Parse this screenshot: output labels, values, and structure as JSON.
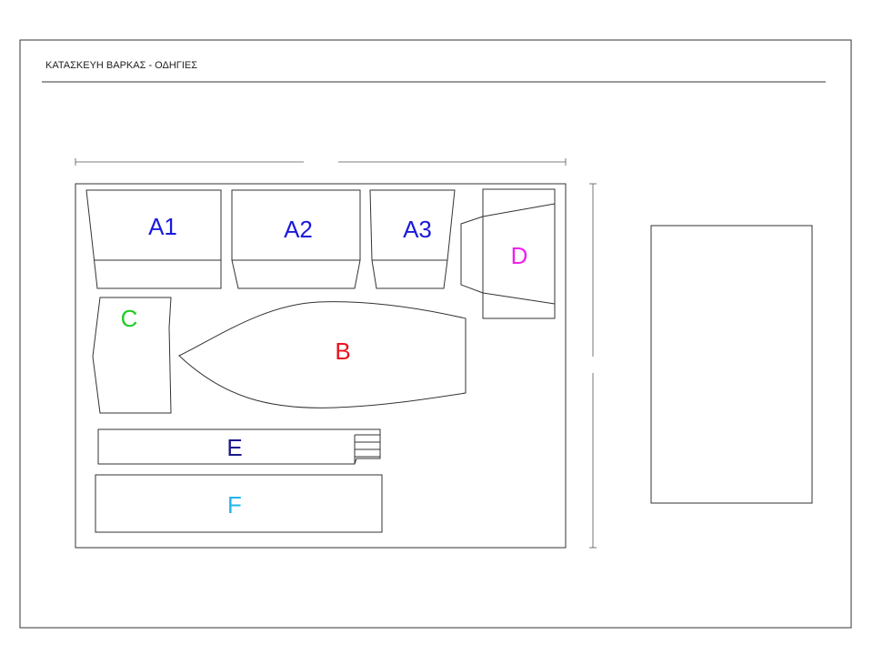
{
  "document": {
    "title": "ΚΑΤΑΣΚΕΥΗ ΒΑΡΚΑΣ - ΟΔΗΓΙΕΣ"
  },
  "parts": [
    {
      "label": "A1",
      "color": "#1a1adb"
    },
    {
      "label": "A2",
      "color": "#1a1adb"
    },
    {
      "label": "A3",
      "color": "#1a1adb"
    },
    {
      "label": "B",
      "color": "#e8141e"
    },
    {
      "label": "C",
      "color": "#22cc22"
    },
    {
      "label": "D",
      "color": "#ee22ee"
    },
    {
      "label": "E",
      "color": "#1a1a8c"
    },
    {
      "label": "F",
      "color": "#22b4ee"
    }
  ]
}
